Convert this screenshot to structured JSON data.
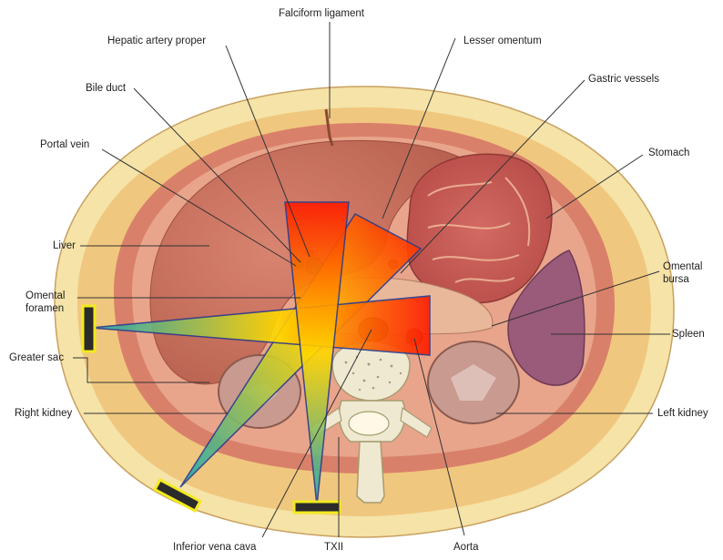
{
  "labels": {
    "falciform_ligament": "Falciform ligament",
    "hepatic_artery_proper": "Hepatic artery proper",
    "lesser_omentum": "Lesser omentum",
    "gastric_vessels": "Gastric vessels",
    "bile_duct": "Bile duct",
    "portal_vein": "Portal vein",
    "stomach": "Stomach",
    "liver": "Liver",
    "omental_bursa_line1": "Omental",
    "omental_bursa_line2": "bursa",
    "omental_foramen_line1": "Omental",
    "omental_foramen_line2": "foramen",
    "spleen": "Spleen",
    "greater_sac": "Greater sac",
    "right_kidney": "Right kidney",
    "left_kidney": "Left kidney",
    "inferior_vena_cava": "Inferior vena cava",
    "txii": "TXII",
    "aorta": "Aorta"
  },
  "colors": {
    "skin": "#f5e3a8",
    "fat": "#f0c77e",
    "wall": "#d9806a",
    "liver": "#c9705d",
    "stomach": "#c95a55",
    "spleen": "#9a5a7a",
    "kidney": "#c99a8f",
    "bone": "#efe9d2",
    "beam_hot": "#ff1a00",
    "beam_warm": "#ffd700",
    "beam_cool": "#1aa6b8",
    "transducer": "#2b2b2b",
    "transducer_border": "#f2ea1f",
    "leader": "#333333"
  }
}
